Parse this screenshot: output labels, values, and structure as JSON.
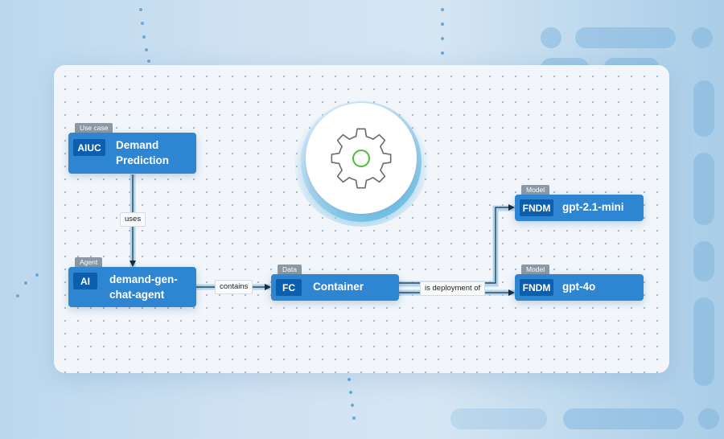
{
  "nodes": {
    "use_case": {
      "tag": "Use case",
      "badge": "AIUC",
      "title_line1": "Demand",
      "title_line2": "Prediction"
    },
    "agent": {
      "tag": "Agent",
      "badge": "AI",
      "title_line1": "demand-gen-",
      "title_line2": "chat-agent"
    },
    "data": {
      "tag": "Data",
      "badge": "FC",
      "title": "Container"
    },
    "model_mini": {
      "tag": "Model",
      "badge": "FNDM",
      "title": "gpt-2.1-mini"
    },
    "model_4o": {
      "tag": "Model",
      "badge": "FNDM",
      "title": "gpt-4o"
    }
  },
  "edges": {
    "uses": "uses",
    "contains": "contains",
    "deployment": "is deployment of"
  },
  "icons": {
    "center": "gear-icon"
  },
  "colors": {
    "node": "#2e86d3",
    "badge": "#0d5fad",
    "tag": "#8c99a5",
    "gear_dot": "#4cbb3c"
  }
}
